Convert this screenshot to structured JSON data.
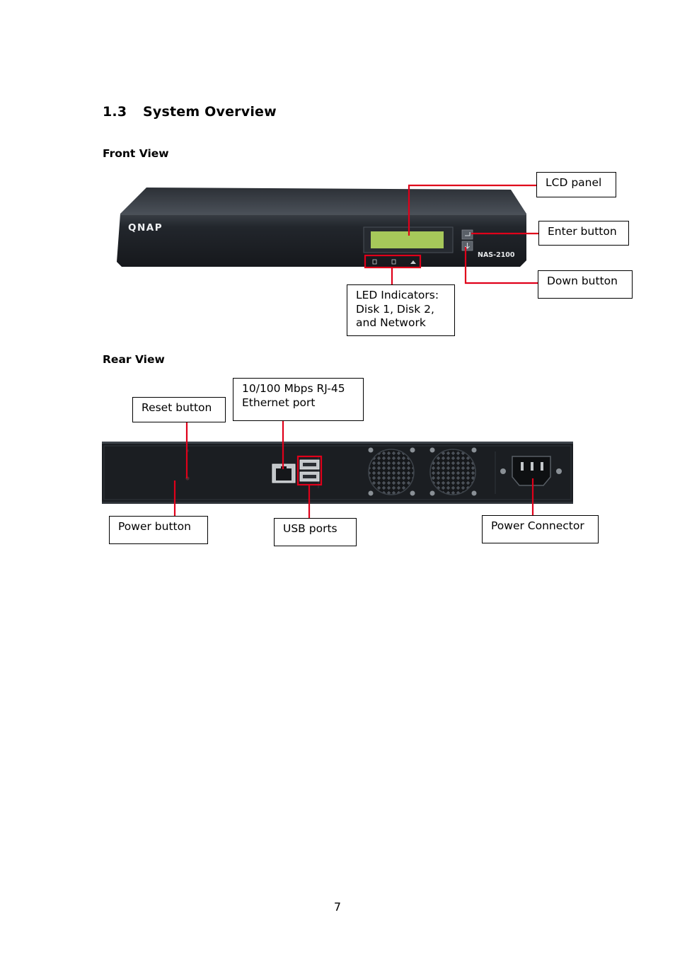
{
  "section": {
    "number": "1.3",
    "title": "System Overview"
  },
  "front": {
    "heading": "Front View",
    "logo": "QNAP",
    "model": "NAS-2100",
    "callouts": {
      "lcd": "LCD panel",
      "enter": "Enter button",
      "down": "Down button",
      "led_lines": [
        "LED Indicators:",
        "Disk 1, Disk 2,",
        "and Network"
      ]
    }
  },
  "rear": {
    "heading": "Rear View",
    "callouts": {
      "reset": "Reset button",
      "ethernet_lines": [
        "10/100 Mbps RJ-45",
        "Ethernet port"
      ],
      "power_button": "Power button",
      "usb": "USB ports",
      "power_connector": "Power Connector"
    }
  },
  "colors": {
    "callout_line": "#e0001a",
    "chassis": "#1c1f24",
    "lcd": "#a6c85a"
  },
  "page_number": "7"
}
